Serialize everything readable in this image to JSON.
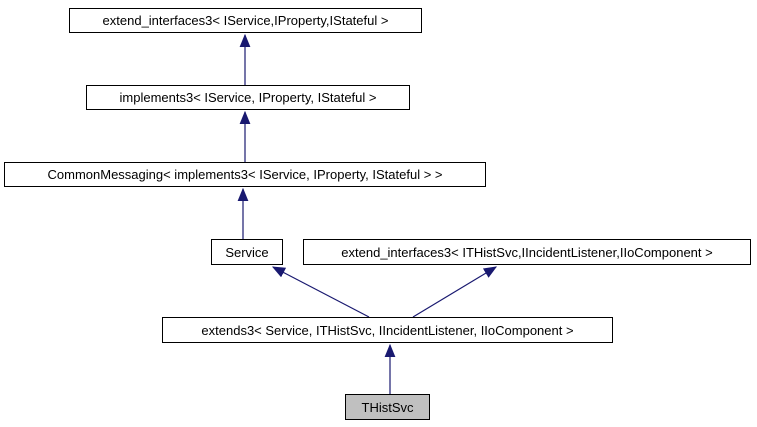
{
  "diagram": {
    "type": "class-inheritance-graph",
    "current_class": "THistSvc",
    "colors": {
      "background": "#ffffff",
      "node_border": "#000000",
      "node_fill": "#ffffff",
      "current_node_fill": "#c0c0c0",
      "arrow": "#191970",
      "text": "#000000"
    },
    "nodes": [
      {
        "label": "extend_interfaces3< IService,IProperty,IStateful >"
      },
      {
        "label": "implements3< IService, IProperty, IStateful >"
      },
      {
        "label": "CommonMessaging< implements3< IService, IProperty, IStateful > >"
      },
      {
        "label": "Service"
      },
      {
        "label": "extend_interfaces3< ITHistSvc,IIncidentListener,IIoComponent >"
      },
      {
        "label": "extends3< Service, ITHistSvc, IIncidentListener, IIoComponent >"
      },
      {
        "label": "THistSvc"
      }
    ],
    "edges": [
      {
        "from": "implements3< IService, IProperty, IStateful >",
        "to": "extend_interfaces3< IService,IProperty,IStateful >"
      },
      {
        "from": "CommonMessaging< implements3< IService, IProperty, IStateful > >",
        "to": "implements3< IService, IProperty, IStateful >"
      },
      {
        "from": "Service",
        "to": "CommonMessaging< implements3< IService, IProperty, IStateful > >"
      },
      {
        "from": "extends3< Service, ITHistSvc, IIncidentListener, IIoComponent >",
        "to": "Service"
      },
      {
        "from": "extends3< Service, ITHistSvc, IIncidentListener, IIoComponent >",
        "to": "extend_interfaces3< ITHistSvc,IIncidentListener,IIoComponent >"
      },
      {
        "from": "THistSvc",
        "to": "extends3< Service, ITHistSvc, IIncidentListener, IIoComponent >"
      }
    ]
  }
}
